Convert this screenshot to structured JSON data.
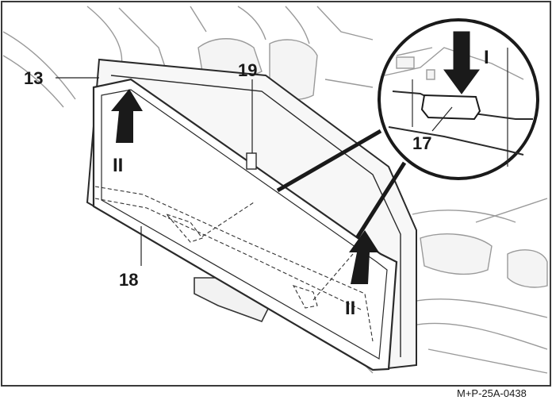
{
  "colors": {
    "background": "#ffffff",
    "frame": "#3a3a3a",
    "line": "#222222",
    "background_art": "#9a9a9a",
    "arrow": "#1a1a1a"
  },
  "callouts": {
    "c13": "13",
    "c19": "19",
    "c17": "17",
    "c18": "18"
  },
  "arrows": {
    "arrow_i": "I",
    "arrow_ii_left": "II",
    "arrow_ii_right": "II"
  },
  "figure_code": "M+P-25A-0438"
}
